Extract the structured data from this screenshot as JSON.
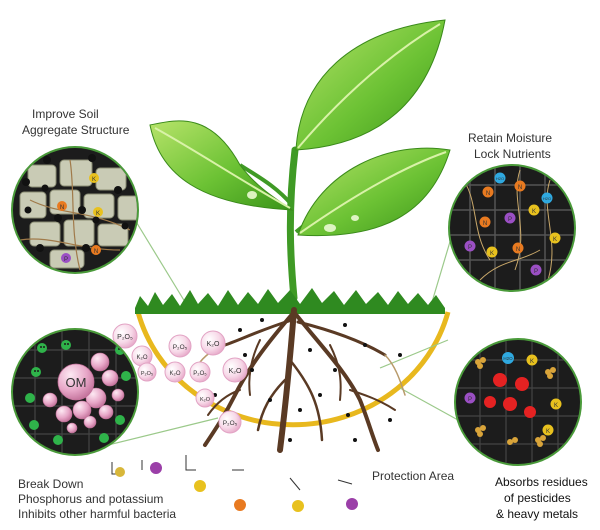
{
  "labels": {
    "improve_soil_1": "Improve Soil",
    "improve_soil_2": "Aggregate Structure",
    "retain_1": "Retain Moisture",
    "retain_2": "Lock Nutrients",
    "break_1": "Break Down",
    "break_2": "Phosphorus and potassium",
    "break_3": "Inhibits other harmful bacteria",
    "protection": "Protection Area",
    "absorbs_1": "Absorbs residues",
    "absorbs_2": "of pesticides",
    "absorbs_3": "& heavy metals"
  },
  "circle_symbols": {
    "om": "OM",
    "k": "K",
    "n": "N",
    "p": "P",
    "h2o": "H2O"
  },
  "bubbles": {
    "p2o5": "P₂O₅",
    "k2o": "K₂O"
  },
  "colors": {
    "leaf_light": "#8fd14a",
    "leaf_dark": "#3e9a1c",
    "stem": "#3f9a25",
    "grass": "#2f8a20",
    "root": "#5a3a24",
    "protection_arc": "#e8b81e",
    "circle_bg": "#1c1c1c",
    "circle_border": "#4a9a3a",
    "bubble_pink": "#f3c7df",
    "connector": "#9bc98a"
  }
}
